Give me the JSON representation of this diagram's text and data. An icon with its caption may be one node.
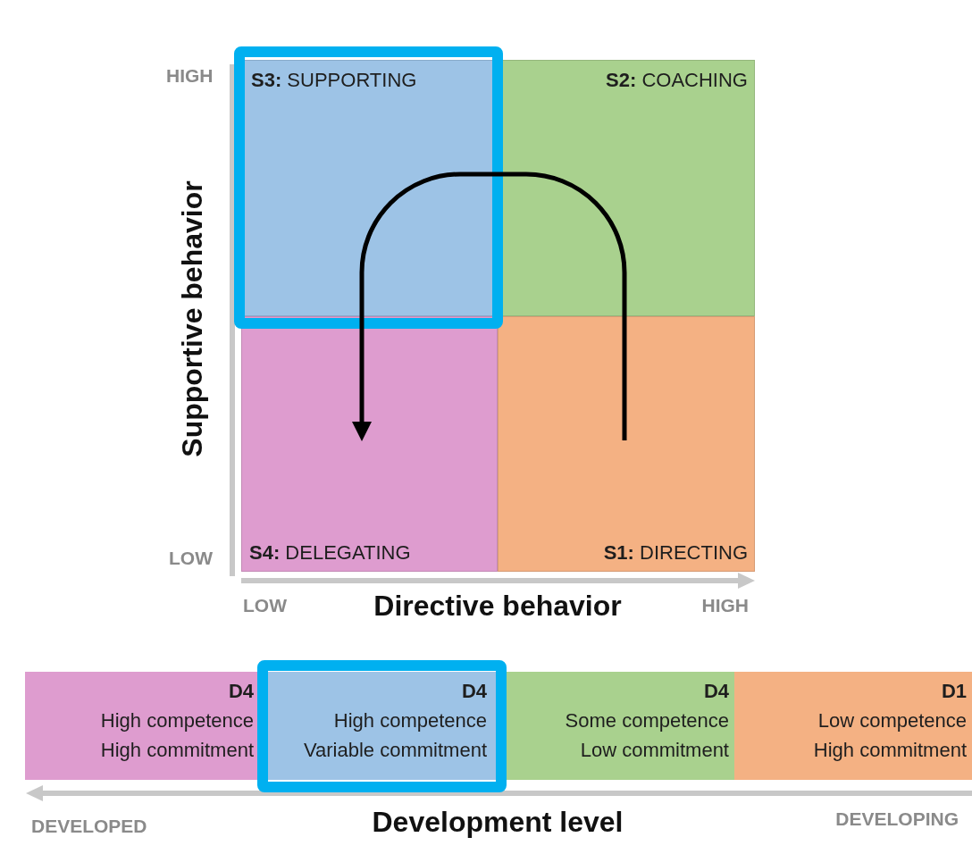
{
  "diagram": {
    "nodes": [
      {
        "text": [
          "**S3:** SUPPORTING"
        ]
      },
      {
        "text": [
          "**S2:** COACHING"
        ]
      },
      {
        "text": [
          "**S4:** DELEGATING"
        ]
      },
      {
        "text": [
          "**S1:** DIRECTING"
        ]
      },
      {
        "text": [
          "D4",
          "High competence",
          "High commitment"
        ]
      },
      {
        "text": [
          "D4",
          "High competence",
          "Variable commitment"
        ]
      },
      {
        "text": [
          "D4",
          "Some competence",
          "Low commitment"
        ]
      },
      {
        "text": [
          "D1",
          "Low competence",
          "High commitment"
        ]
      }
    ],
    "edges": [
      {
        "from": 3,
        "to": 1,
        "arrow": "none"
      },
      {
        "from": 1,
        "to": 0,
        "arrow": "none"
      },
      {
        "from": 0,
        "to": 2,
        "arrow": "to"
      }
    ],
    "labels": [
      "HIGH",
      "Supportive behavior",
      "LOW",
      "LOW",
      "Directive behavior",
      "HIGH",
      "DEVELOPED",
      "Development level",
      "DEVELOPING"
    ]
  }
}
